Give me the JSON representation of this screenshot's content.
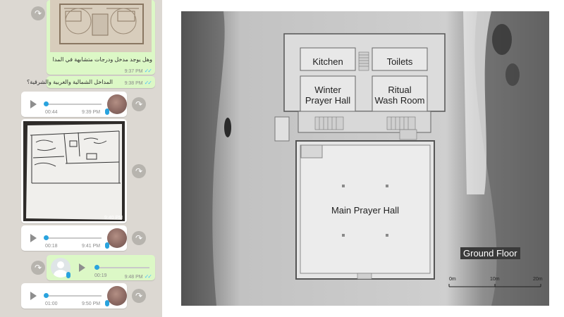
{
  "chat": {
    "messages": [
      {
        "type": "image-outgoing",
        "caption_line1": "وهل يوجد مدخل ودرجات متشابهة في المدا",
        "time": "9:37 PM"
      },
      {
        "type": "text-outgoing",
        "text": "المداخل الشمالية والغربية والشرقية؟",
        "time": "9:38 PM"
      },
      {
        "type": "audio-incoming",
        "duration": "00:44",
        "time": "9:39 PM"
      },
      {
        "type": "image-incoming",
        "time": "9:40 PM"
      },
      {
        "type": "audio-incoming",
        "duration": "00:18",
        "time": "9:41 PM"
      },
      {
        "type": "audio-outgoing",
        "duration": "00:19",
        "time": "9:48 PM"
      },
      {
        "type": "audio-incoming",
        "duration": "01:00",
        "time": "9:50 PM"
      }
    ],
    "forward_icon": "forward-arrow-icon",
    "read_ticks_color": "#4fc3f7",
    "outgoing_color": "#dcf8c6",
    "incoming_color": "#ffffff"
  },
  "map": {
    "rooms": {
      "kitchen": "Kitchen",
      "toilets": "Toilets",
      "winter_hall_line1": "Winter",
      "winter_hall_line2": "Prayer Hall",
      "ritual_line1": "Ritual",
      "ritual_line2": "Wash Room",
      "main_hall": "Main Prayer Hall"
    },
    "floor_label": "Ground Floor",
    "scale": {
      "start": "0m",
      "mid": "10m",
      "end": "20m"
    }
  }
}
